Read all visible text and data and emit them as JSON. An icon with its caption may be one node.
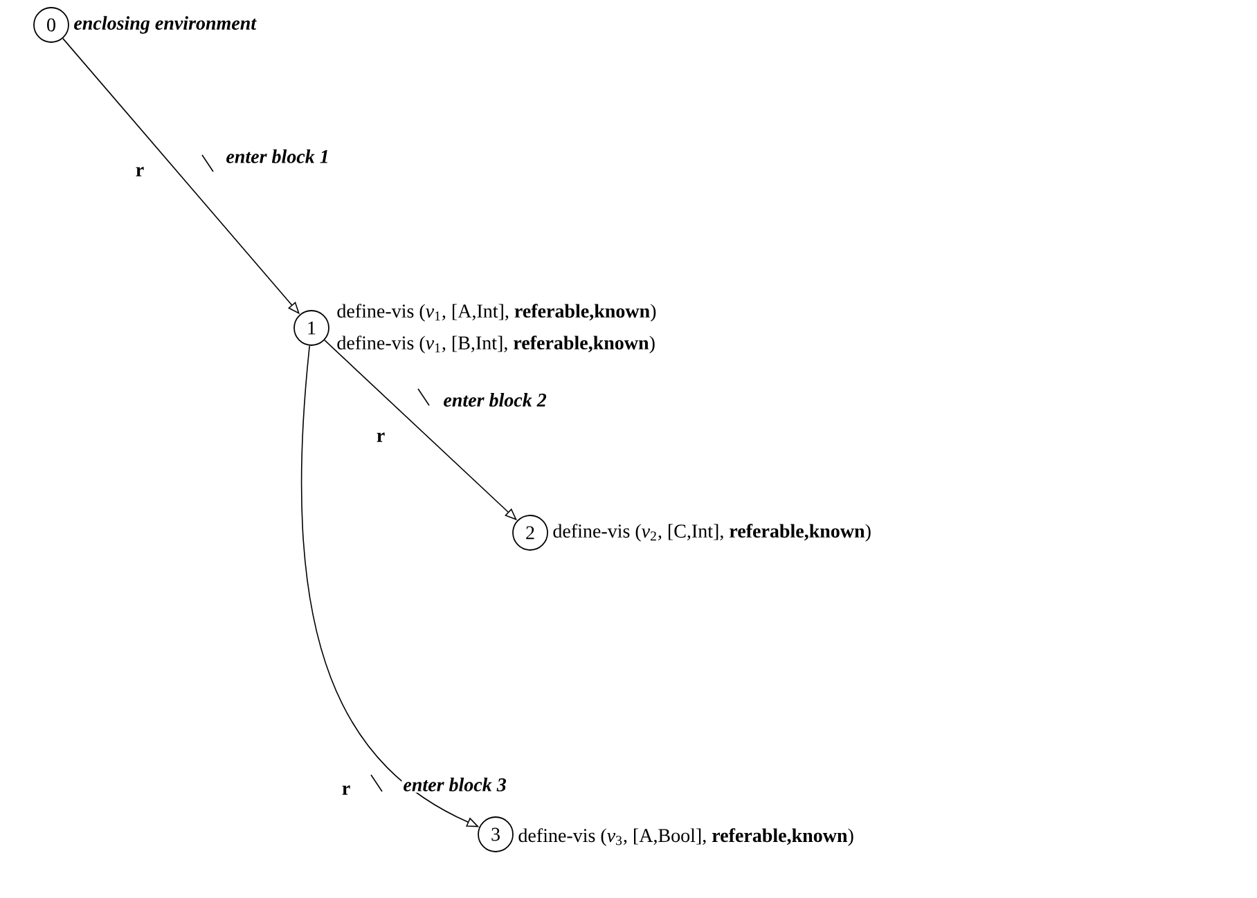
{
  "diagram": {
    "nodes": [
      {
        "text": [
          "0"
        ],
        "beside": [
          "enclosing environment"
        ]
      },
      {
        "text": [
          "1"
        ],
        "beside": [
          "define-vis (*v*$_{1}$, [A,Int], **referable,known**)",
          "define-vis (*v*$_{1}$, [B,Int], **referable,known**)"
        ]
      },
      {
        "text": [
          "2"
        ],
        "beside": [
          "define-vis (*v*$_{2}$, [C,Int], **referable,known**)"
        ]
      },
      {
        "text": [
          "3"
        ],
        "beside": [
          "define-vis (*v*$_{3}$, [A,Bool], **referable,known**)"
        ]
      }
    ],
    "edges": [
      {
        "from": 0,
        "to": 1,
        "arrow": "to",
        "label": "enter block 1"
      },
      {
        "from": 1,
        "to": 2,
        "arrow": "to",
        "label": "enter block 2"
      },
      {
        "from": 1,
        "to": 3,
        "arrow": "to",
        "label": "enter block 3"
      }
    ],
    "labels": [
      "r",
      "r",
      "r"
    ]
  }
}
